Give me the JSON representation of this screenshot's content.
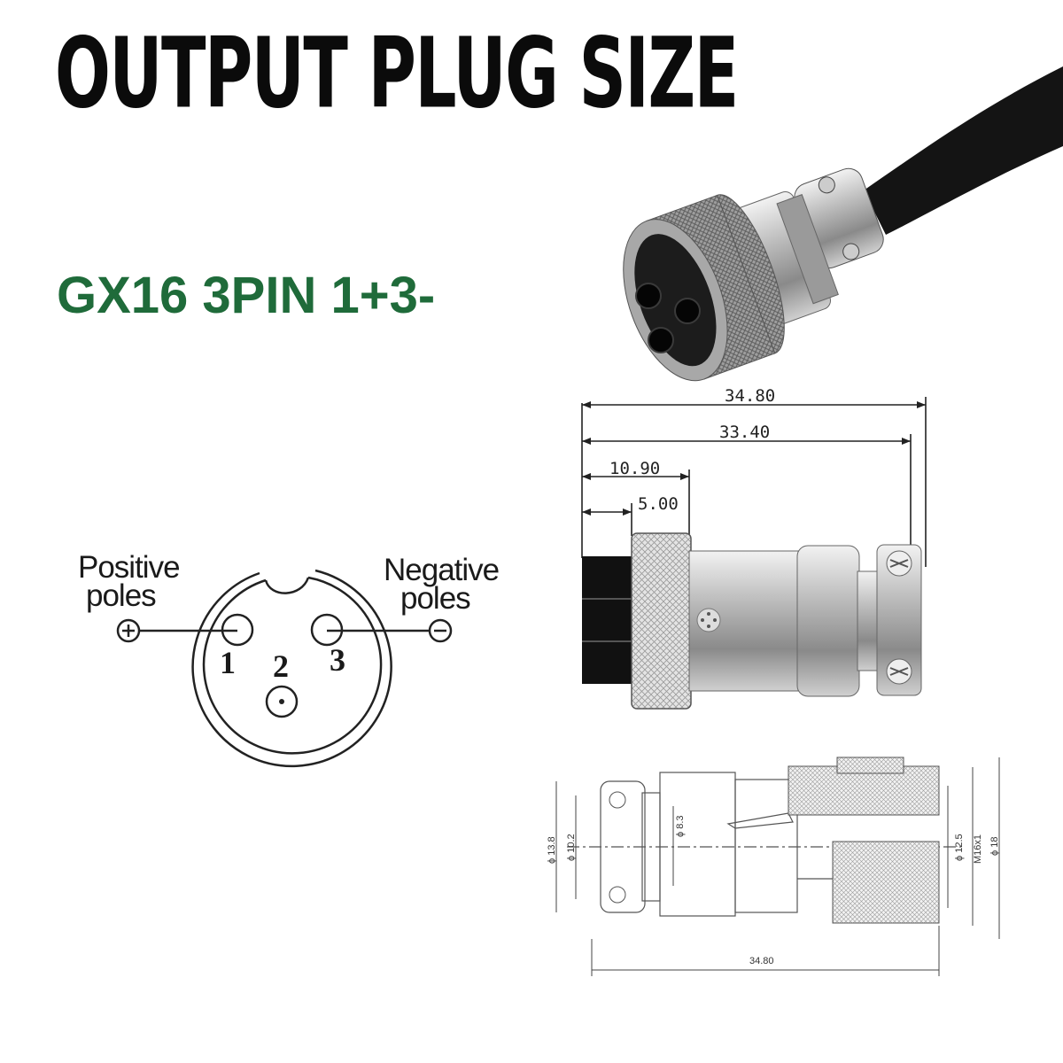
{
  "title": "OUTPUT PLUG SIZE",
  "subtitle": "GX16 3PIN 1+3-",
  "pin_diagram": {
    "positive_label_line1": "Positive",
    "positive_label_line2": "poles",
    "negative_label_line1": "Negative",
    "negative_label_line2": "poles",
    "pin1": "1",
    "pin2": "2",
    "pin3": "3"
  },
  "side_view": {
    "dim_total": "34.80",
    "dim_body": "33.40",
    "dim_nut": "10.90",
    "dim_front": "5.00"
  },
  "section_view": {
    "dim_d13_8": "ϕ 13.8",
    "dim_d10_2": "ϕ 10.2",
    "dim_d8_3": "ϕ 8.3",
    "dim_d12_5": "ϕ 12.5",
    "dim_thread": "M16x1",
    "dim_d18": "ϕ 18",
    "dim_length": "34.80"
  }
}
